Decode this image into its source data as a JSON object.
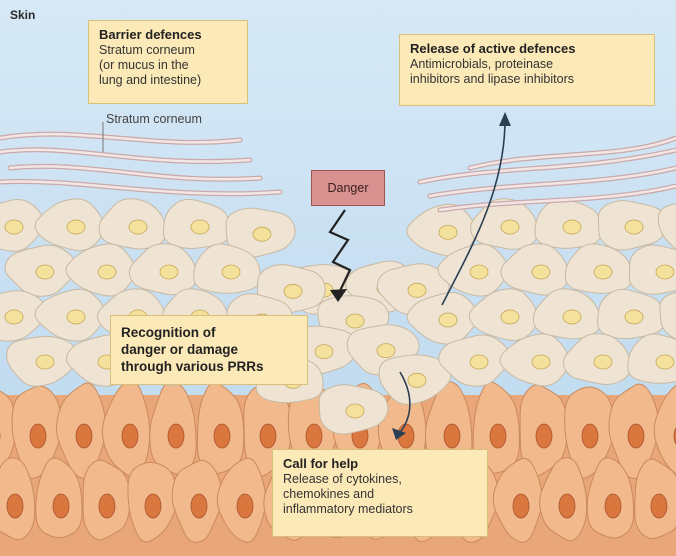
{
  "panel": {
    "title": "Skin"
  },
  "labels": {
    "stratum_corneum": "Stratum corneum"
  },
  "barrier": {
    "title": "Barrier defences",
    "desc": "Stratum corneum\n(or mucus in the\nlung and intestine)"
  },
  "active": {
    "title": "Release of active defences",
    "desc": "Antimicrobials, proteinase\ninhibitors and lipase inhibitors"
  },
  "danger": {
    "label": "Danger"
  },
  "recognition": {
    "title": "Recognition of\ndanger or damage\nthrough various PRRs"
  },
  "call": {
    "title": "Call for help",
    "desc": "Release of cytokines,\nchemokines and\ninflammatory mediators"
  },
  "colors": {
    "background": "#cfe4f3",
    "keratinocyte": "#efe3d3",
    "basal_cell": "#f2b98c",
    "nucleus_upper": "#f4e19c",
    "nucleus_basal": "#d9773e",
    "callout_fill": "#fbe9b8",
    "danger_fill": "#d9928f",
    "arrow": "#2b3f55"
  },
  "icons": [
    "lightning-bolt-icon",
    "arrow-up-curved-icon",
    "arrow-down-curved-icon"
  ]
}
